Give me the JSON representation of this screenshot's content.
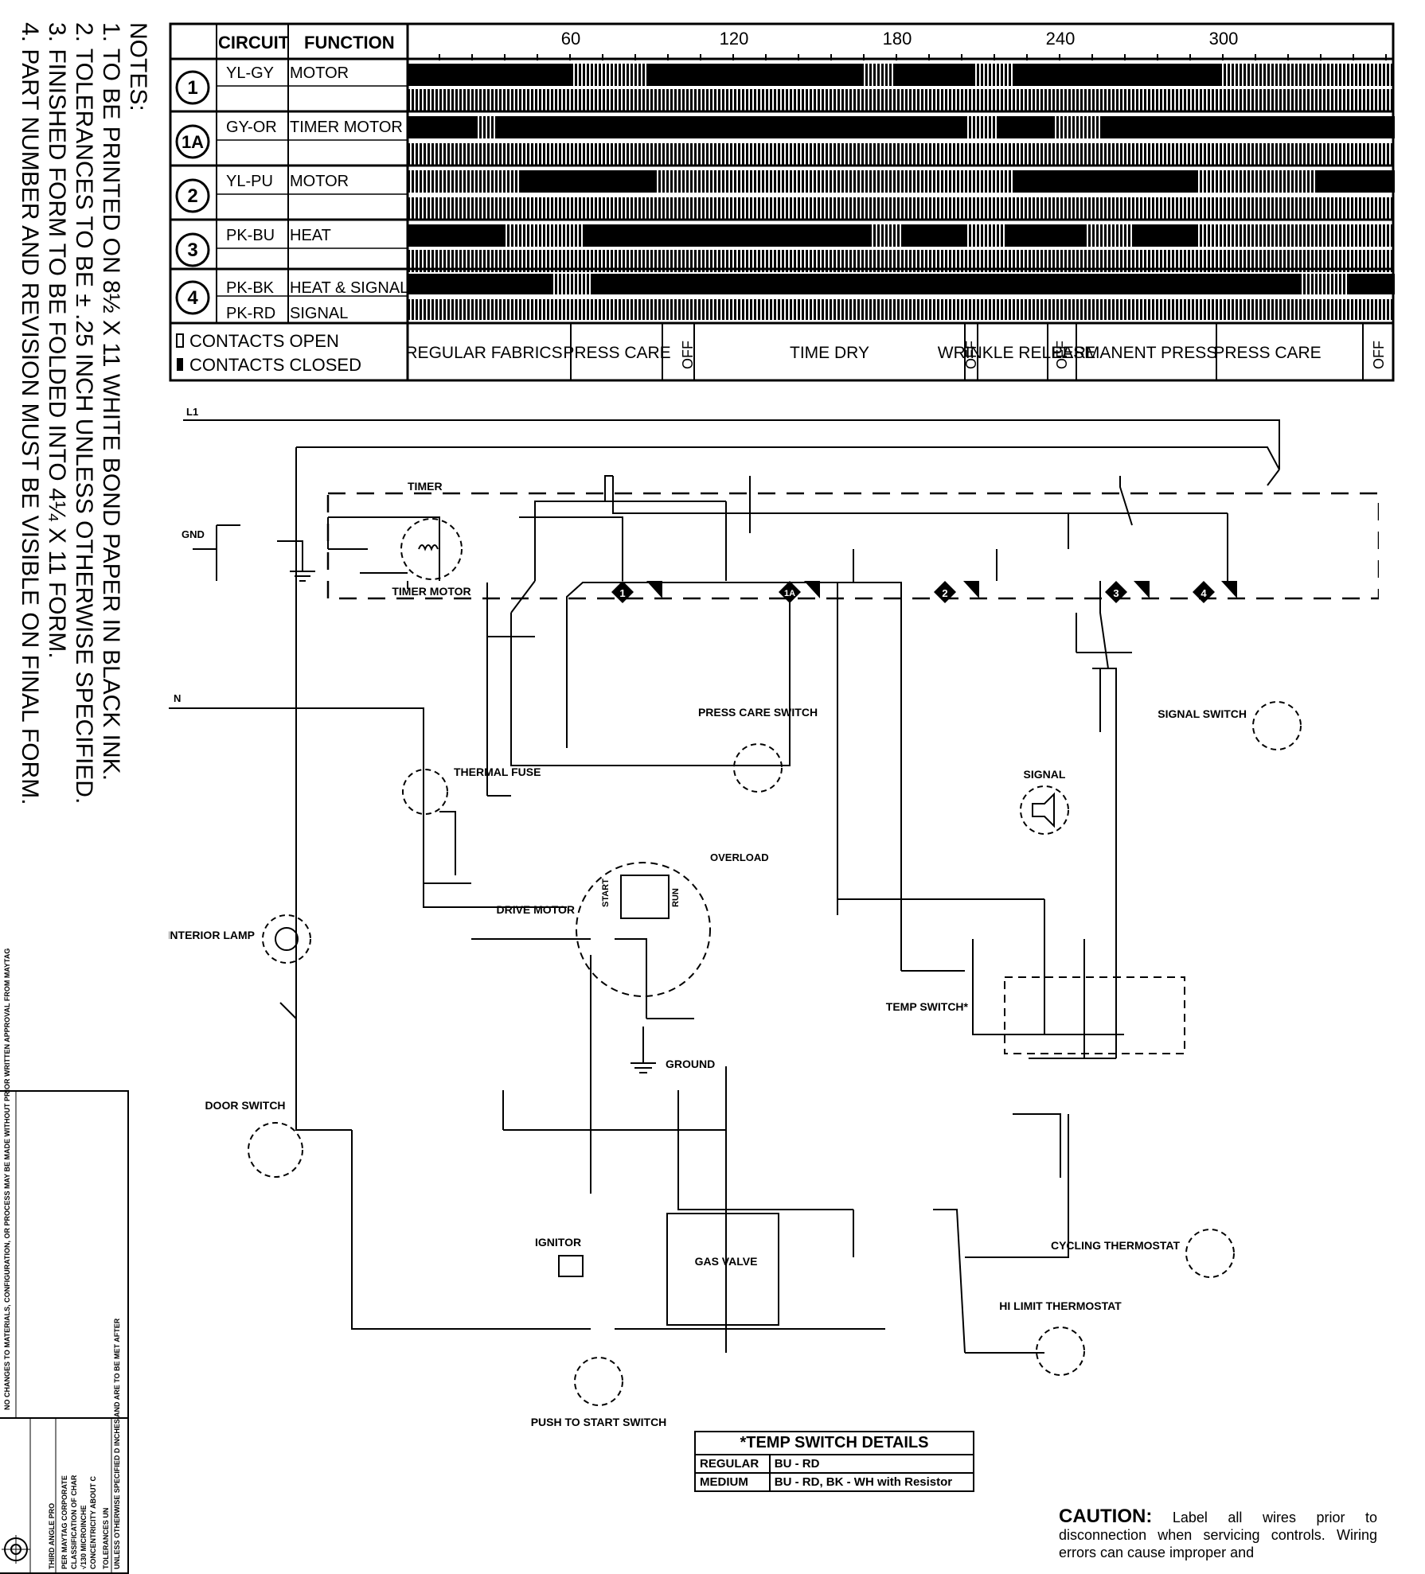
{
  "notes": {
    "heading": "NOTES:",
    "items": [
      "1. TO BE PRINTED ON 8½ X 11 WHITE BOND PAPER IN BLACK INK.",
      "2. TOLERANCES TO BE ± .25 INCH UNLESS OTHERWISE SPECIFIED.",
      "3. FINISHED FORM TO BE FOLDED INTO 4¼ X 11 FORM.",
      "4. PART NUMBER AND REVISION MUST BE VISIBLE ON FINAL FORM."
    ]
  },
  "timing_chart": {
    "col_circuit": "CIRCUIT",
    "col_function": "FUNCTION",
    "time_ticks": [
      "60",
      "120",
      "180",
      "240",
      "300"
    ],
    "circuits": [
      {
        "num": "1",
        "wires": "YL-GY",
        "function": "MOTOR",
        "second_wires": "",
        "second_function": ""
      },
      {
        "num": "1A",
        "wires": "GY-OR",
        "function": "TIMER MOTOR",
        "second_wires": "",
        "second_function": ""
      },
      {
        "num": "2",
        "wires": "YL-PU",
        "function": "MOTOR",
        "second_wires": "",
        "second_function": ""
      },
      {
        "num": "3",
        "wires": "PK-BU",
        "function": "HEAT",
        "second_wires": "",
        "second_function": ""
      },
      {
        "num": "4",
        "wires": "PK-BK",
        "function": "HEAT & SIGNAL",
        "second_wires": "PK-RD",
        "second_function": "SIGNAL"
      }
    ],
    "legend_open": "CONTACTS OPEN",
    "legend_closed": "CONTACTS CLOSED",
    "cycles": [
      "REGULAR FABRICS",
      "PRESS CARE",
      "OFF",
      "TIME DRY",
      "OFF",
      "WRINKLE RELEASE",
      "OFF",
      "PERMANENT PRESS",
      "PRESS CARE",
      "OFF"
    ]
  },
  "components": {
    "timer": "TIMER",
    "timer_motor": "TIMER MOTOR",
    "press_care_switch": "PRESS CARE SWITCH",
    "thermal_fuse": "THERMAL FUSE",
    "signal": "SIGNAL",
    "signal_switch": "SIGNAL SWITCH",
    "overload": "OVERLOAD",
    "drive_motor": "DRIVE MOTOR",
    "start": "START",
    "run": "RUN",
    "interior_lamp": "INTERIOR LAMP",
    "ground": "GROUND",
    "temp_switch": "TEMP SWITCH*",
    "door_switch": "DOOR SWITCH",
    "ignitor": "IGNITOR",
    "gas_valve": "GAS VALVE",
    "cycling_thermostat": "CYCLING THERMOSTAT",
    "hi_limit_thermostat": "HI LIMIT THERMOSTAT",
    "push_to_start": "PUSH TO START SWITCH",
    "l1": "L1",
    "gnd": "GND",
    "n": "N"
  },
  "temp_switch_details": {
    "title": "*TEMP SWITCH DETAILS",
    "rows": [
      {
        "setting": "REGULAR",
        "contacts": "BU - RD"
      },
      {
        "setting": "MEDIUM",
        "contacts": "BU - RD, BK - WH with Resistor"
      }
    ]
  },
  "caution": {
    "label": "CAUTION:",
    "text": "Label all wires prior to disconnection when servicing controls. Wiring errors can cause improper and"
  },
  "title_block": {
    "changes_note": "NO CHANGES TO MATERIALS, CONFIGURATION, OR PROCESS MAY BE MADE WITHOUT PRIOR WRITTEN APPROVAL FROM MAYTAG",
    "unless": "UNLESS OTHERWISE SPECIFIED D INCHES AND ARE TO BE MET AFTER",
    "tolerances": "TOLERANCES UN",
    "concentricity": "CONCENTRICITY ABOUT C",
    "microinches": "√130 MICROINCHE",
    "classification": "CLASSIFICATION OF CHAR",
    "per_maytag": "PER MAYTAG CORPORATE",
    "third_angle": "THIRD ANGLE PRO"
  }
}
